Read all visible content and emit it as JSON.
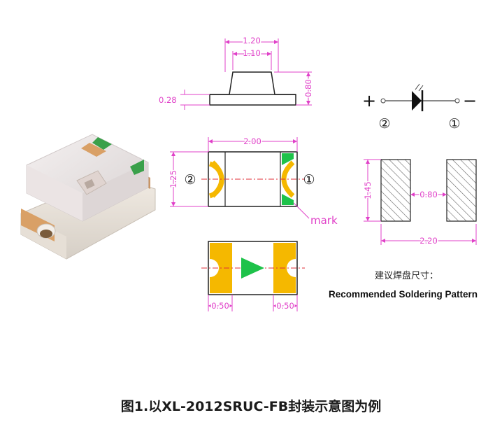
{
  "colors": {
    "dimension": "#e040c8",
    "pad": "#f5b800",
    "mark": "#1ec24a",
    "centerline": "#e0303a",
    "outline": "#222222"
  },
  "side_view": {
    "dim_top_outer": "1.20",
    "dim_top_inner": "1.10",
    "dim_height": "0.80",
    "dim_base": "0.28"
  },
  "top_view": {
    "dim_length": "2.00",
    "dim_width": "1.25",
    "pin_left": "②",
    "pin_right": "①",
    "mark_label": "mark"
  },
  "bottom_view": {
    "dim_left_pad": "0.50",
    "dim_right_pad": "0.50"
  },
  "symbol": {
    "plus": "+",
    "minus": "−",
    "pin_left": "②",
    "pin_right": "①"
  },
  "soldering_pattern": {
    "dim_height": "1.45",
    "dim_gap": "0.80",
    "dim_total": "2.20",
    "title_cn": "建议焊盘尺寸：",
    "title_en": "Recommended Soldering Pattern"
  },
  "caption": "图1.以XL-2012SRUC-FB封装示意图为例"
}
